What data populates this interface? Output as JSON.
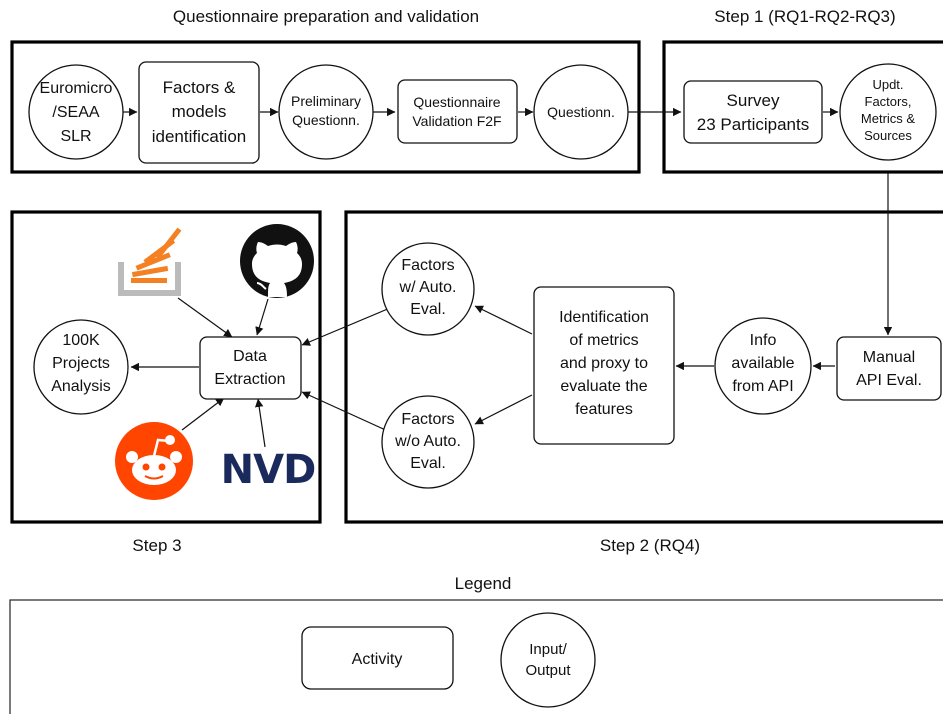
{
  "sections": {
    "prep_title": "Questionnaire preparation and validation",
    "step1_title": "Step 1 (RQ1-RQ2-RQ3)",
    "step3_title": "Step 3",
    "step2_title": "Step 2 (RQ4)",
    "legend_title": "Legend"
  },
  "nodes": {
    "euromicro": [
      "Euromicro",
      "/SEAA",
      "SLR"
    ],
    "factors_models": [
      "Factors &",
      "models",
      "identification"
    ],
    "preliminary": [
      "Preliminary",
      "Questionn."
    ],
    "validation": [
      "Questionnaire",
      "Validation F2F"
    ],
    "questionn": [
      "Questionn."
    ],
    "survey": [
      "Survey",
      "23 Participants"
    ],
    "updt": [
      "Updt.",
      "Factors,",
      "Metrics &",
      "Sources"
    ],
    "manual_api": [
      "Manual",
      "API Eval."
    ],
    "info_api": [
      "Info",
      "available",
      "from API"
    ],
    "identification": [
      "Identification",
      "of metrics",
      "and proxy to",
      "evaluate the",
      "features"
    ],
    "factors_auto": [
      "Factors",
      "w/ Auto.",
      "Eval."
    ],
    "factors_no_auto": [
      "Factors",
      "w/o Auto.",
      "Eval."
    ],
    "data_extraction": [
      "Data",
      "Extraction"
    ],
    "projects": [
      "100K",
      "Projects",
      "Analysis"
    ],
    "nvd_logo": "NVD"
  },
  "legend": {
    "activity": "Activity",
    "io": [
      "Input/",
      "Output"
    ]
  },
  "colors": {
    "stackoverflow_orange": "#f48024",
    "stackoverflow_gray": "#bcbbbb",
    "reddit_orange": "#ff4500",
    "nvd_navy": "#1b2a5c",
    "github_black": "#111111"
  },
  "icons": [
    "stackoverflow-logo",
    "github-logo",
    "reddit-logo",
    "nvd-logo"
  ]
}
